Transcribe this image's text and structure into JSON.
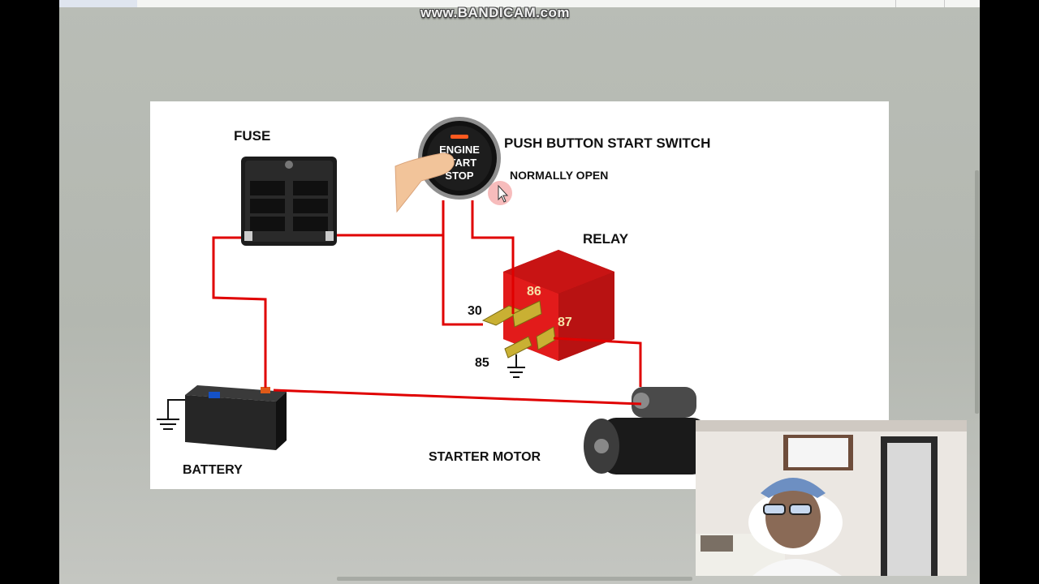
{
  "watermark": "www.BANDICAM.com",
  "diagram": {
    "labels": {
      "fuse": "FUSE",
      "push_button": "PUSH BUTTON START SWITCH",
      "normally_open": "NORMALLY OPEN",
      "relay": "RELAY",
      "pin_86": "86",
      "pin_30": "30",
      "pin_87": "87",
      "pin_85": "85",
      "battery": "BATTERY",
      "starter_motor": "STARTER MOTOR"
    },
    "button_text": [
      "ENGINE",
      "START",
      "STOP"
    ],
    "colors": {
      "wire": "#e00000",
      "relay_body": "#e21b1b",
      "relay_pins": "#c9b033",
      "fuse_block": "#1c1c1c"
    }
  }
}
